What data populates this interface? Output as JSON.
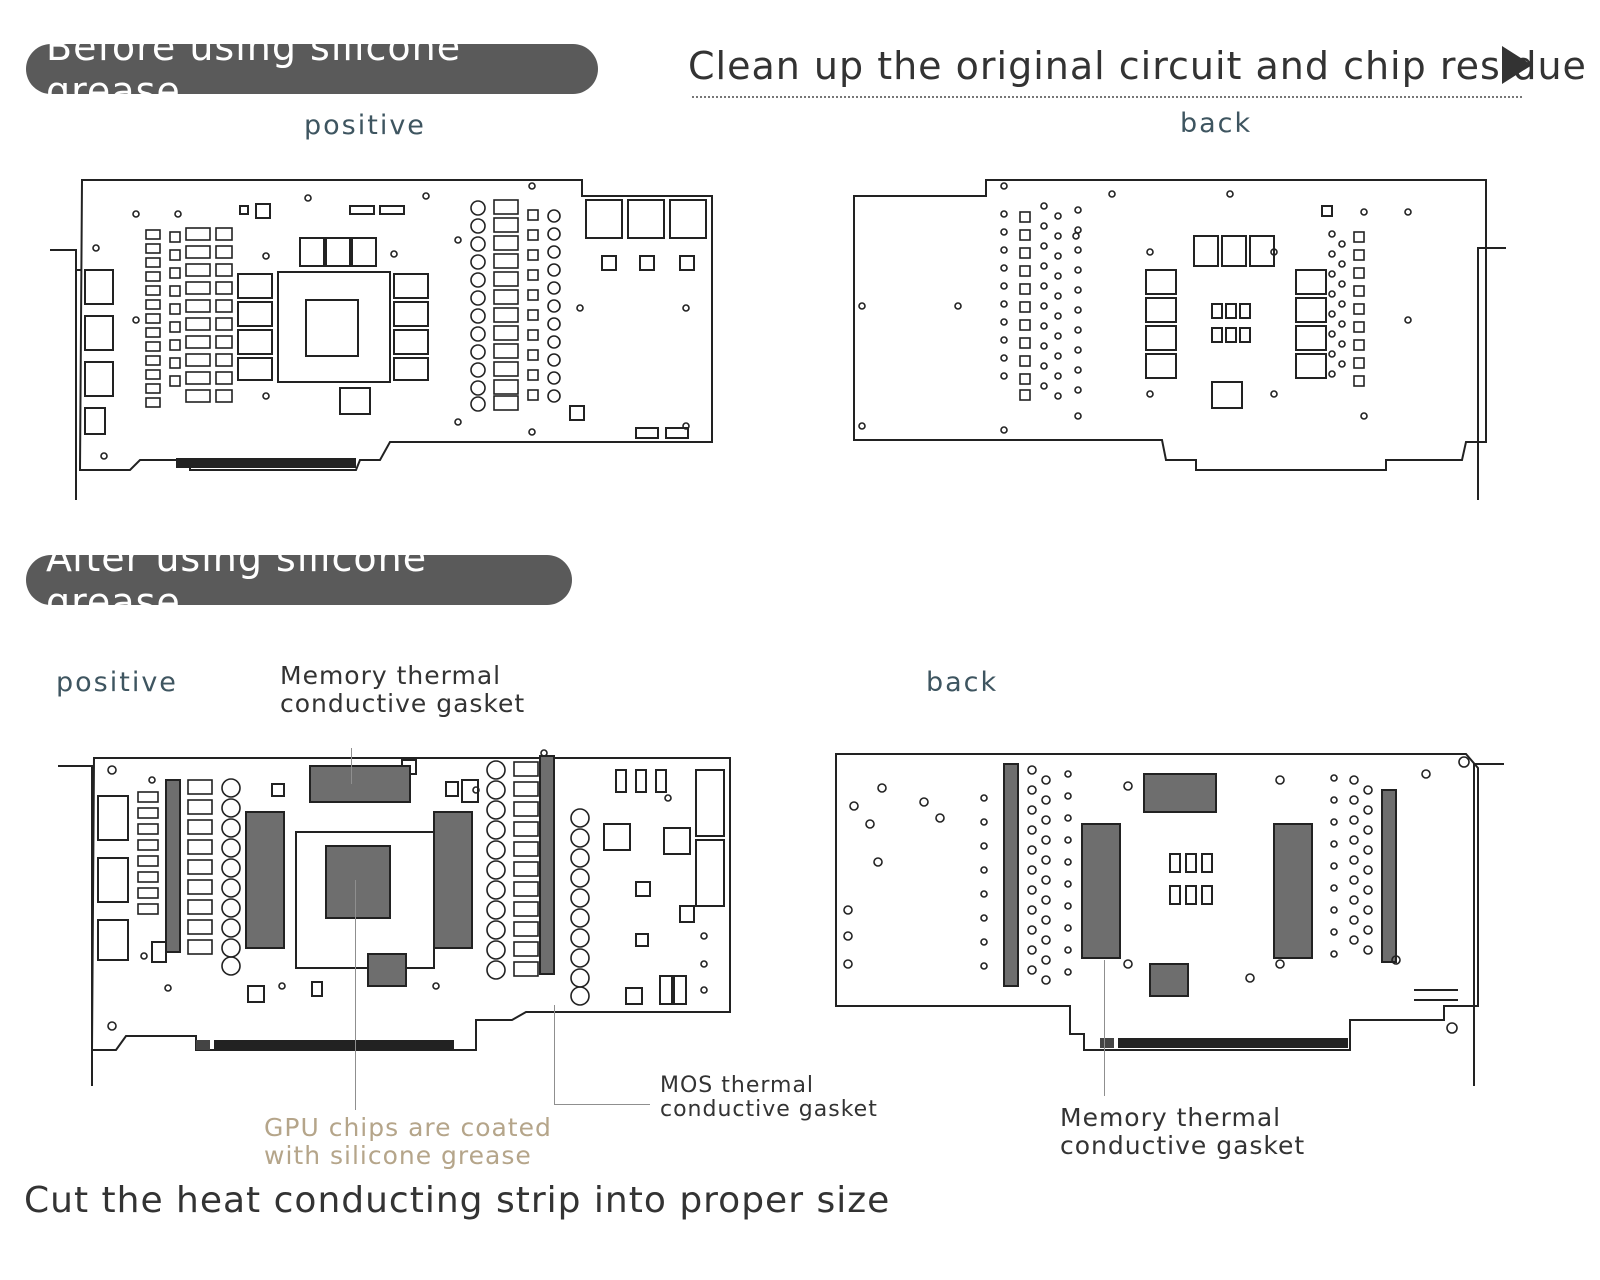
{
  "before": {
    "title": "Before using silicone grease",
    "step_text": "Clean up the original circuit and chip residue",
    "front_label": "positive",
    "back_label": "back"
  },
  "after": {
    "title": "After using silicone grease",
    "front_label": "positive",
    "back_label": "back",
    "callouts": {
      "memory_front": [
        "Memory thermal",
        "conductive gasket"
      ],
      "mos": [
        "MOS thermal",
        "conductive gasket"
      ],
      "gpu": [
        "GPU chips are coated",
        "with silicone grease"
      ],
      "memory_back": [
        "Memory thermal",
        "conductive gasket"
      ]
    }
  },
  "footer": "Cut the heat conducting strip into proper size",
  "colors": {
    "pill_bg": "#5a5a5a",
    "pad_fill": "#6e6e6e",
    "line": "#222222",
    "gpu_callout": "#b5a58a",
    "view_label": "#3e5560"
  }
}
